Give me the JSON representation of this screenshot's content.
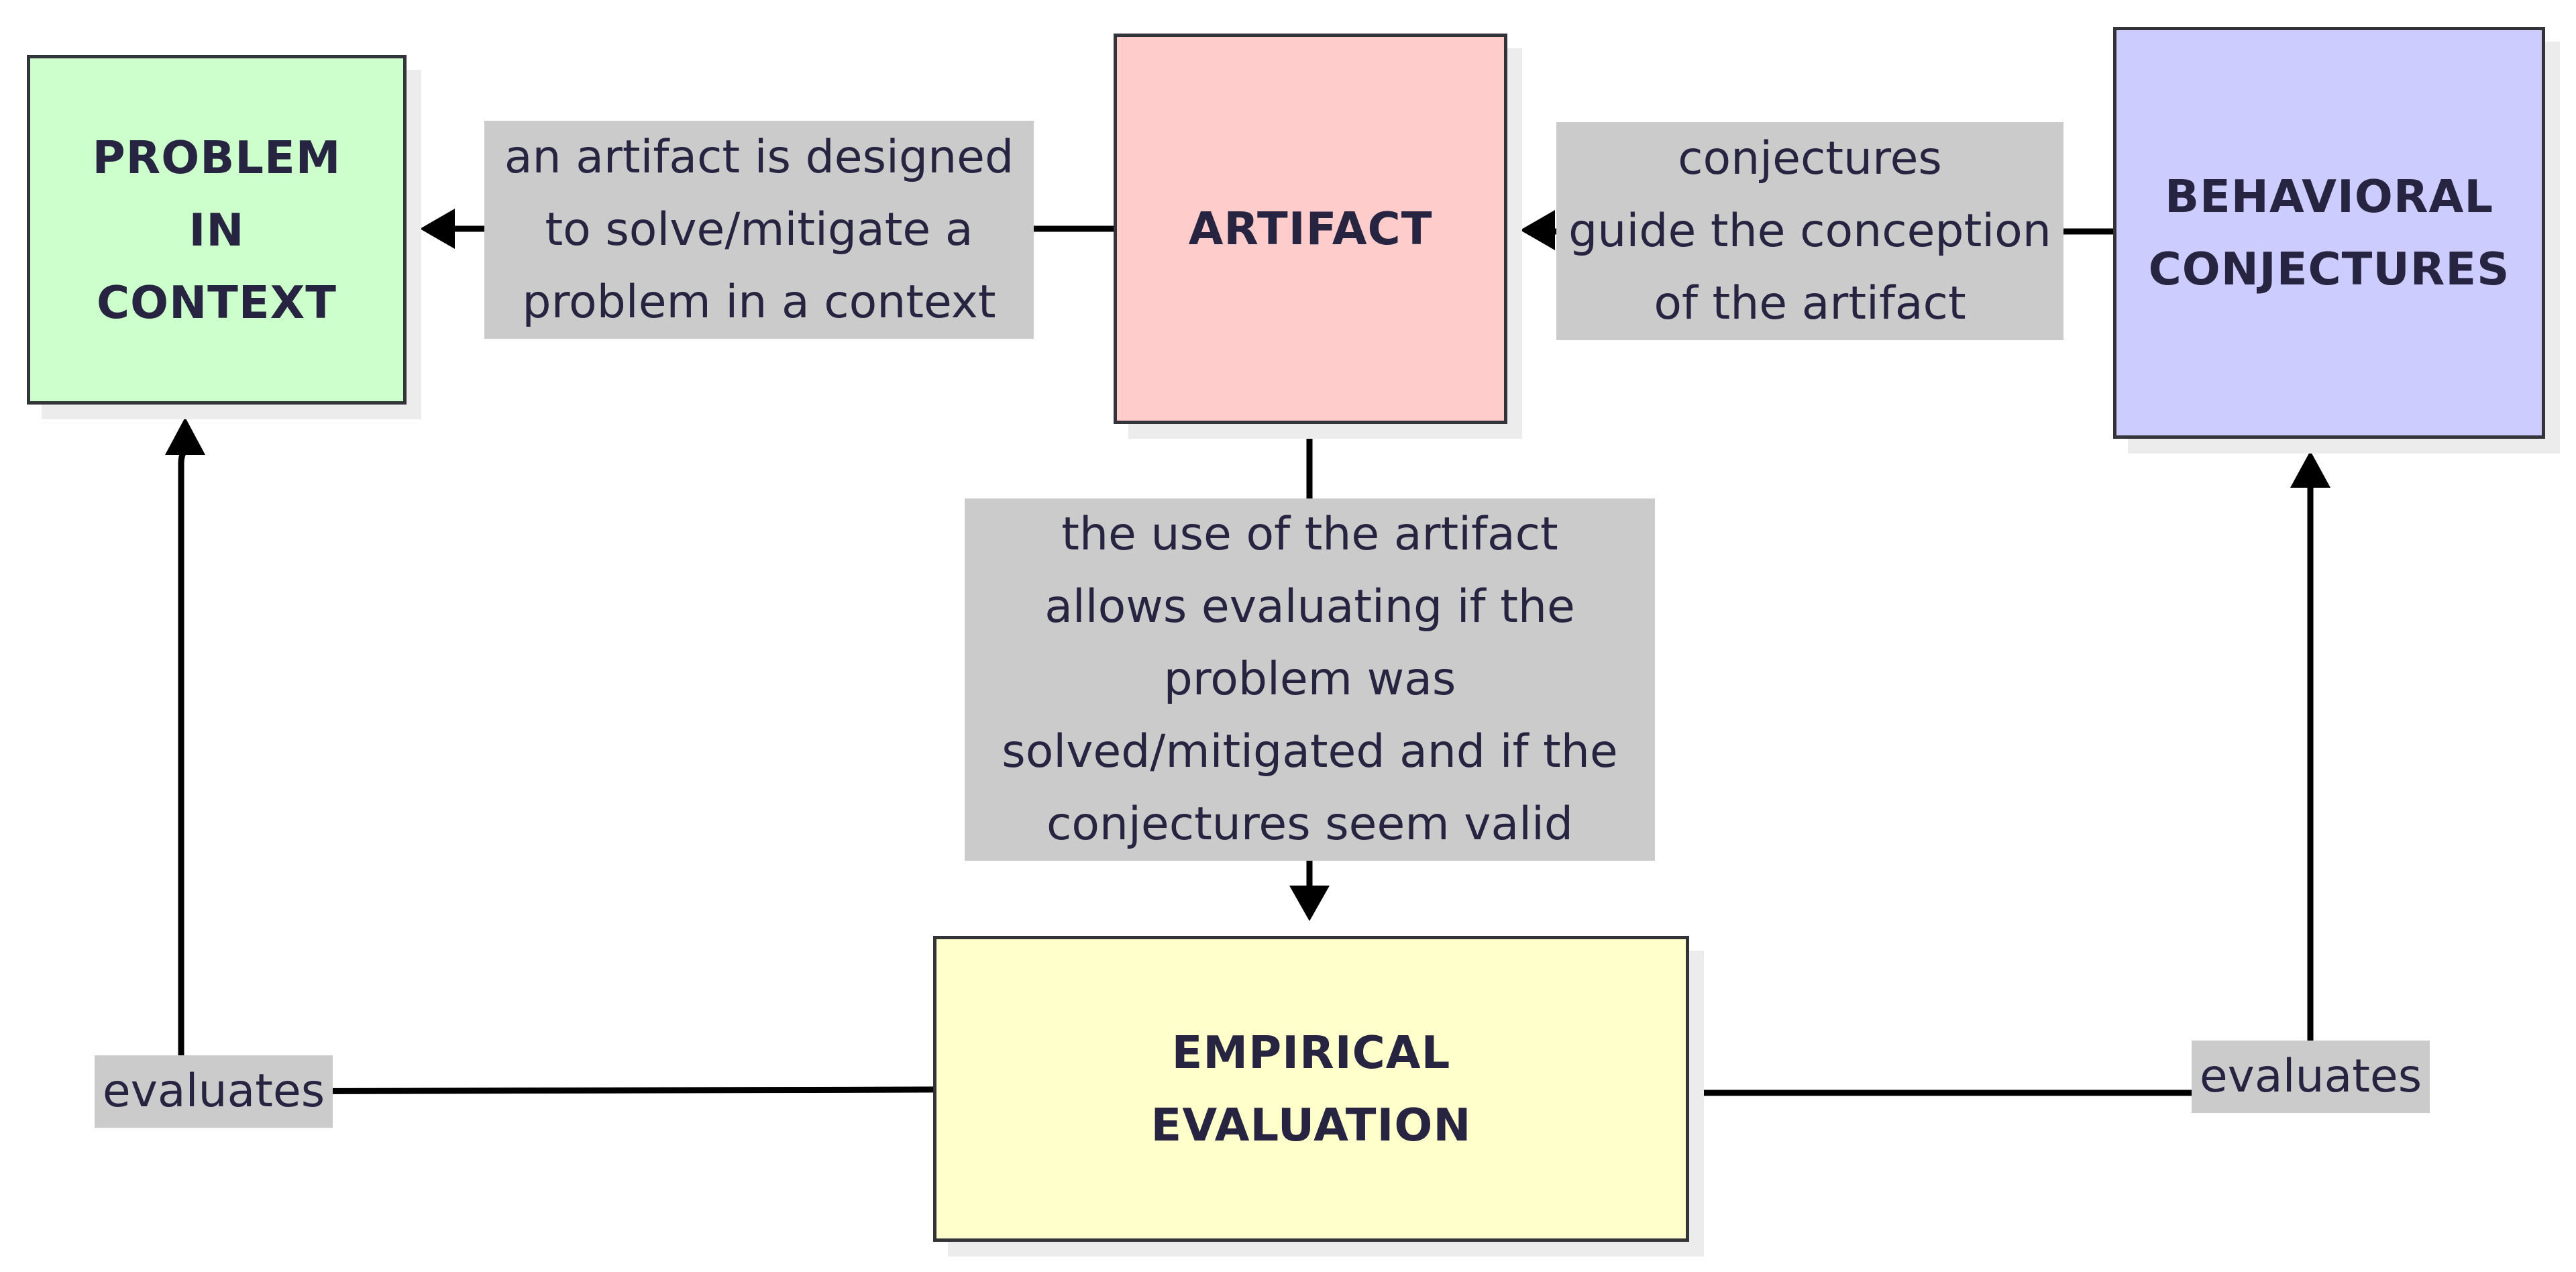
{
  "nodes": {
    "problem": {
      "text": "PROBLEM\nIN\nCONTEXT",
      "fill": "#ccffcc"
    },
    "artifact": {
      "text": "ARTIFACT",
      "fill": "#ffcccc"
    },
    "conjectures": {
      "text": "BEHAVIORAL\nCONJECTURES",
      "fill": "#ccccff"
    },
    "evaluation": {
      "text": "EMPIRICAL\nEVALUATION",
      "fill": "#ffffcc"
    }
  },
  "edges": {
    "artifact_to_problem": "an artifact is designed\nto solve/mitigate a\nproblem in a context",
    "conjectures_to_artifact": "conjectures\nguide the conception\nof the artifact",
    "artifact_to_evaluation": "the use of the artifact\nallows evaluating if the\nproblem was\nsolved/mitigated and if the\nconjectures seem valid",
    "evaluation_to_problem": "evaluates",
    "evaluation_to_conjectures": "evaluates"
  },
  "colors": {
    "edge_line": "#000000",
    "label_fill": "#cbcbcb",
    "text": "#262440",
    "node_border": "#33333a"
  }
}
